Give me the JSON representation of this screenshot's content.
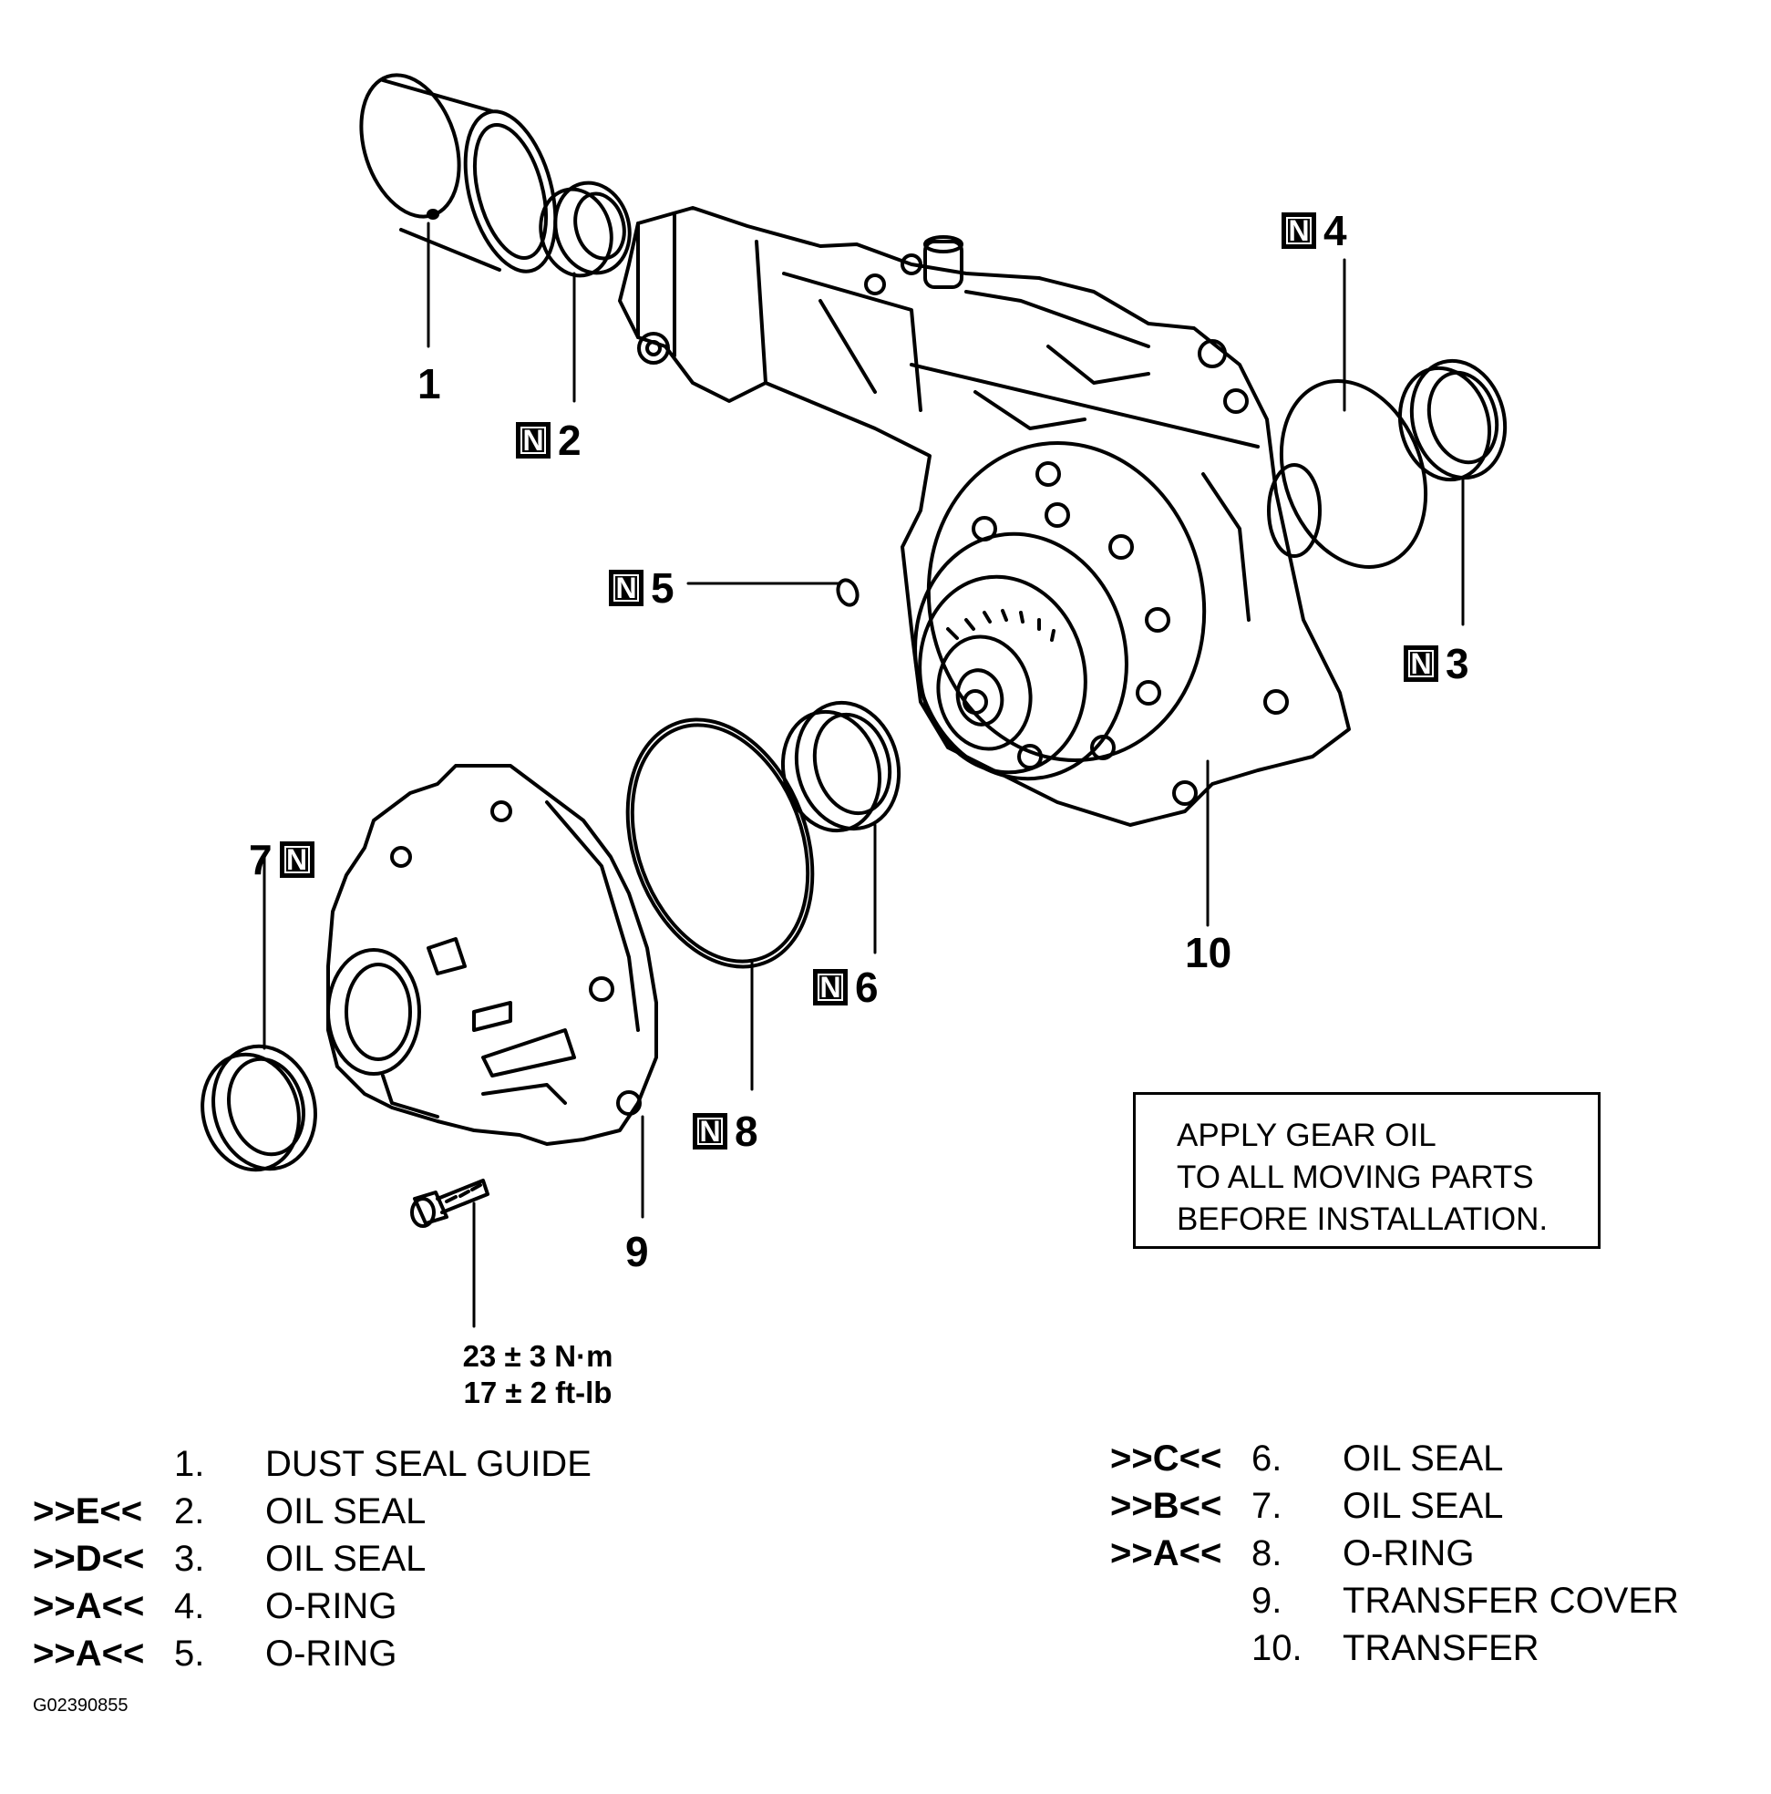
{
  "callouts": {
    "c1": {
      "n": false,
      "text": "1"
    },
    "c2": {
      "n": true,
      "text": "2"
    },
    "c3": {
      "n": true,
      "text": "3"
    },
    "c4": {
      "n": true,
      "text": "4"
    },
    "c5": {
      "n": true,
      "text": "5"
    },
    "c6": {
      "n": true,
      "text": "6"
    },
    "c7": {
      "n": true,
      "text": "7"
    },
    "c8": {
      "n": true,
      "text": "8"
    },
    "c9": {
      "n": false,
      "text": "9"
    },
    "c10": {
      "n": false,
      "text": "10"
    }
  },
  "n_symbol": "N",
  "torque": {
    "line1": "23 ± 3 N·m",
    "line2": "17 ± 2 ft-lb"
  },
  "note": {
    "lines": [
      "APPLY GEAR OIL",
      "TO ALL MOVING PARTS",
      "BEFORE INSTALLATION."
    ]
  },
  "legend_left": [
    {
      "code": "",
      "num": "1.",
      "desc": "DUST SEAL GUIDE"
    },
    {
      "code": ">>E<<",
      "num": "2.",
      "desc": "OIL SEAL"
    },
    {
      "code": ">>D<<",
      "num": "3.",
      "desc": "OIL SEAL"
    },
    {
      "code": ">>A<<",
      "num": "4.",
      "desc": "O-RING"
    },
    {
      "code": ">>A<<",
      "num": "5.",
      "desc": "O-RING"
    }
  ],
  "legend_right": [
    {
      "code": ">>C<<",
      "num": "6.",
      "desc": "OIL SEAL"
    },
    {
      "code": ">>B<<",
      "num": "7.",
      "desc": "OIL SEAL"
    },
    {
      "code": ">>A<<",
      "num": "8.",
      "desc": "O-RING"
    },
    {
      "code": "",
      "num": "9.",
      "desc": "TRANSFER COVER"
    },
    {
      "code": "",
      "num": "10.",
      "desc": "TRANSFER"
    }
  ],
  "figure_id": "G02390855",
  "colors": {
    "ink": "#000000",
    "paper": "#ffffff"
  }
}
